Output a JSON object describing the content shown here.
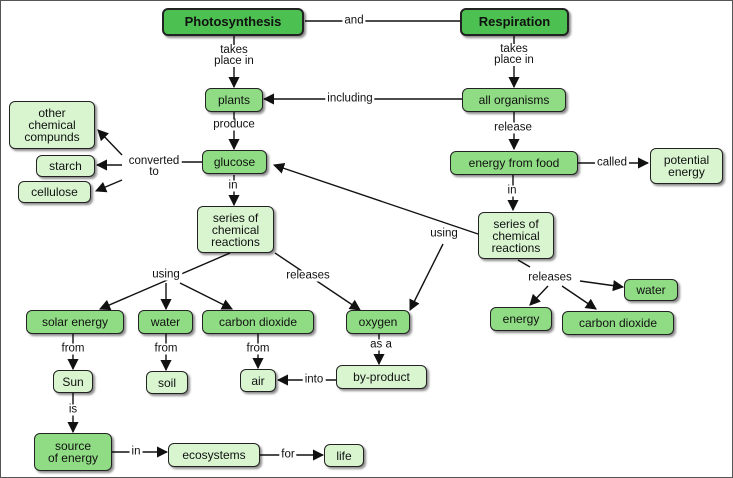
{
  "nodes": {
    "photosynthesis": "Photosynthesis",
    "respiration": "Respiration",
    "plants": "plants",
    "all_organisms": "all organisms",
    "other_compounds": "other\nchemical\ncompunds",
    "starch": "starch",
    "cellulose": "cellulose",
    "glucose": "glucose",
    "energy_from_food": "energy from food",
    "potential_energy": "potential\nenergy",
    "series_left": "series of\nchemical\nreactions",
    "series_right": "series of\nchemical\nreactions",
    "solar_energy": "solar energy",
    "water_left": "water",
    "carbon_dioxide_left": "carbon dioxide",
    "oxygen": "oxygen",
    "energy": "energy",
    "carbon_dioxide_right": "carbon dioxide",
    "water_right": "water",
    "sun": "Sun",
    "soil": "soil",
    "air": "air",
    "by_product": "by-product",
    "source_of_energy": "source\nof energy",
    "ecosystems": "ecosystems",
    "life": "life"
  },
  "links": {
    "and": "and",
    "takes_place_in_left": "takes\nplace in",
    "takes_place_in_right": "takes\nplace in",
    "including": "including",
    "produce": "produce",
    "release": "release",
    "converted_to": "converted\nto",
    "called": "called",
    "in_glucose": "in",
    "in_energy": "in",
    "using_right": "using",
    "using_left": "using",
    "releases_left": "releases",
    "releases_right": "releases",
    "from_solar": "from",
    "from_water": "from",
    "from_co2": "from",
    "as_a": "as a",
    "into": "into",
    "is": "is",
    "in_source": "in",
    "for": "for"
  }
}
